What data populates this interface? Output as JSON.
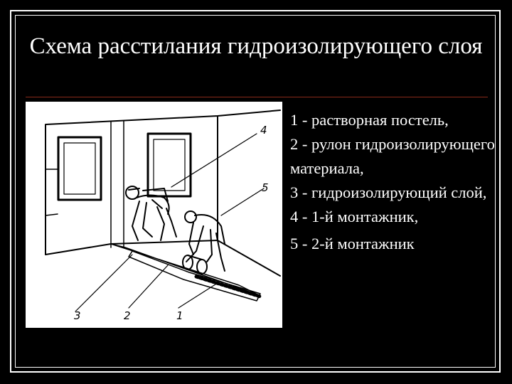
{
  "slide": {
    "title": "Схема расстилания гидроизолирующего слоя",
    "colors": {
      "background": "#000000",
      "text": "#ffffff",
      "rule": "#8a2a1a"
    }
  },
  "figure": {
    "callouts": [
      "1",
      "2",
      "3",
      "4",
      "5"
    ]
  },
  "legend": {
    "items": [
      "1 - растворная постель,",
      "2 - рулон гидроизолирующего материала,",
      "3 - гидроизолирующий слой,",
      "4 - 1-й монтажник,",
      "5 - 2-й монтажник"
    ]
  }
}
